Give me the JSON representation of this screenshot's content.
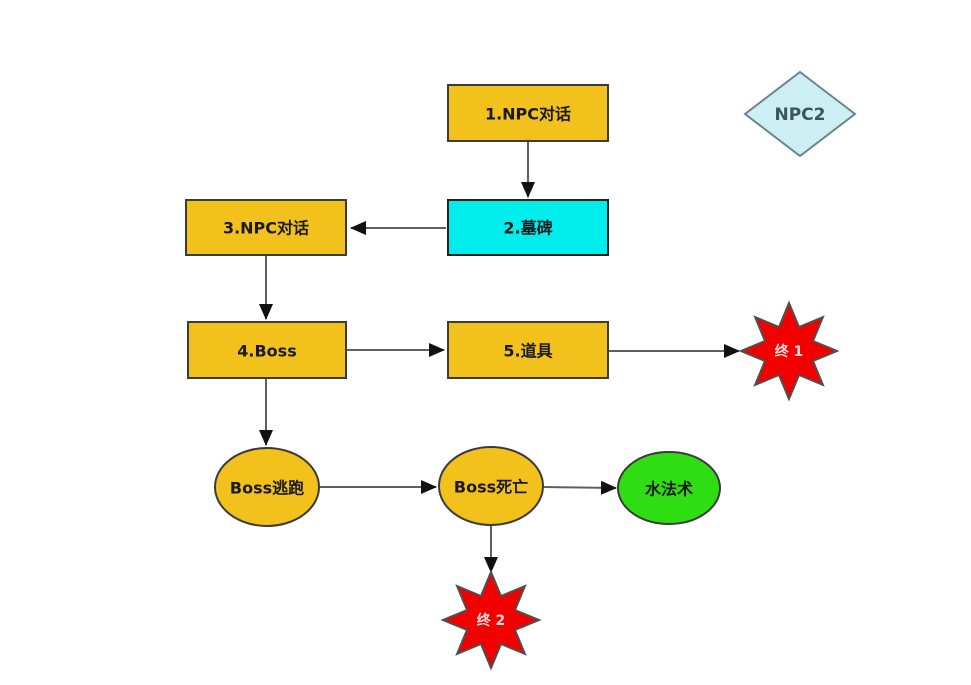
{
  "diagram": {
    "colors": {
      "background": "#FFFFFF",
      "gold": "#F2C11C",
      "cyan": "#00EDED",
      "pale_cyan": "#CDEFF3",
      "red": "#F20000",
      "green": "#2FDE12",
      "edge_line": "#5F5F5F",
      "arrowhead": "#111111",
      "node_text": "#1A1A1A",
      "star_text": "#FFDCDC"
    },
    "nodes": {
      "step1": {
        "shape": "rect",
        "label": "1.NPC对话"
      },
      "npc2": {
        "shape": "diamond",
        "label": "NPC2"
      },
      "step2": {
        "shape": "rect",
        "label": "2.墓碑"
      },
      "step3": {
        "shape": "rect",
        "label": "3.NPC对话"
      },
      "step4": {
        "shape": "rect",
        "label": "4.Boss"
      },
      "step5": {
        "shape": "rect",
        "label": "5.道具"
      },
      "end1": {
        "shape": "star",
        "label": "终 1"
      },
      "boss_escape": {
        "shape": "ellipse",
        "label": "Boss逃跑"
      },
      "boss_death": {
        "shape": "ellipse",
        "label": "Boss死亡"
      },
      "water_spell": {
        "shape": "ellipse",
        "label": "水法术"
      },
      "end2": {
        "shape": "star",
        "label": "终 2"
      }
    },
    "edges": [
      {
        "from": "step1",
        "to": "step2"
      },
      {
        "from": "step2",
        "to": "step3"
      },
      {
        "from": "step3",
        "to": "step4"
      },
      {
        "from": "step4",
        "to": "step5"
      },
      {
        "from": "step5",
        "to": "end1"
      },
      {
        "from": "step4",
        "to": "boss_escape"
      },
      {
        "from": "boss_escape",
        "to": "boss_death"
      },
      {
        "from": "boss_death",
        "to": "water_spell"
      },
      {
        "from": "boss_death",
        "to": "end2"
      }
    ]
  }
}
